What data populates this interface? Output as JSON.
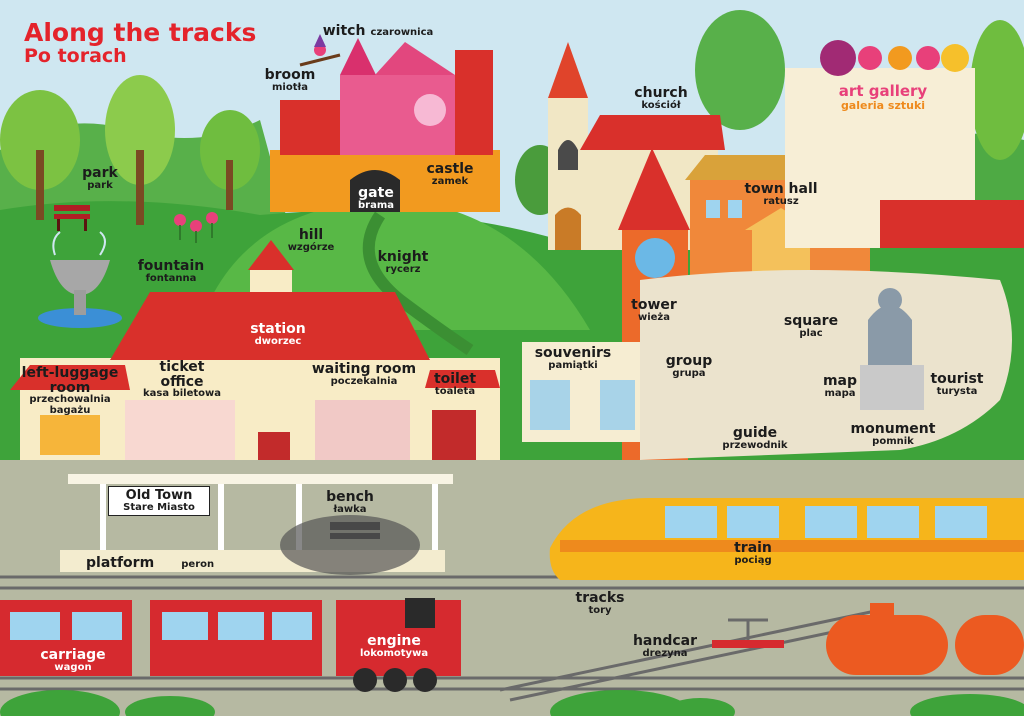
{
  "title": {
    "en": "Along the tracks",
    "pl": "Po torach"
  },
  "gallery_sign": {
    "en": "art gallery",
    "pl": "galeria sztuki"
  },
  "station_sign": {
    "en": "Old Town",
    "pl": "Stare Miasto"
  },
  "labels": {
    "witch": {
      "en": "witch",
      "pl": "czarownica"
    },
    "broom": {
      "en": "broom",
      "pl": "miotła"
    },
    "park": {
      "en": "park",
      "pl": "park"
    },
    "castle": {
      "en": "castle",
      "pl": "zamek"
    },
    "gate": {
      "en": "gate",
      "pl": "brama"
    },
    "church": {
      "en": "church",
      "pl": "kościół"
    },
    "town_hall": {
      "en": "town hall",
      "pl": "ratusz"
    },
    "hill": {
      "en": "hill",
      "pl": "wzgórze"
    },
    "knight": {
      "en": "knight",
      "pl": "rycerz"
    },
    "fountain": {
      "en": "fountain",
      "pl": "fontanna"
    },
    "station": {
      "en": "station",
      "pl": "dworzec"
    },
    "tower": {
      "en": "tower",
      "pl": "wieża"
    },
    "square": {
      "en": "square",
      "pl": "plac"
    },
    "left_luggage": {
      "en1": "left-luggage",
      "en2": "room",
      "pl1": "przechowalnia",
      "pl2": "bagażu"
    },
    "ticket_office": {
      "en1": "ticket",
      "en2": "office",
      "pl": "kasa biletowa"
    },
    "waiting_room": {
      "en": "waiting room",
      "pl": "poczekalnia"
    },
    "toilet": {
      "en": "toilet",
      "pl": "toaleta"
    },
    "souvenirs": {
      "en": "souvenirs",
      "pl": "pamiątki"
    },
    "group": {
      "en": "group",
      "pl": "grupa"
    },
    "map": {
      "en": "map",
      "pl": "mapa"
    },
    "tourist": {
      "en": "tourist",
      "pl": "turysta"
    },
    "monument": {
      "en": "monument",
      "pl": "pomnik"
    },
    "guide": {
      "en": "guide",
      "pl": "przewodnik"
    },
    "bench": {
      "en": "bench",
      "pl": "ławka"
    },
    "platform": {
      "en": "platform",
      "pl": "peron"
    },
    "train": {
      "en": "train",
      "pl": "pociąg"
    },
    "tracks": {
      "en": "tracks",
      "pl": "tory"
    },
    "handcar": {
      "en": "handcar",
      "pl": "drezyna"
    },
    "carriage": {
      "en": "carriage",
      "pl": "wagon"
    },
    "engine": {
      "en": "engine",
      "pl": "lokomotywa"
    }
  },
  "colors": {
    "sky": "#cfe7f1",
    "grass": "#3ea33a",
    "title_red": "#e4232b",
    "castle_orange": "#f29a1f",
    "castle_pink": "#e95b8f",
    "roof_red": "#d9302b",
    "train_yellow": "#f6b51b",
    "train_red": "#d62a2f",
    "tank_orange": "#ec5a21",
    "ground": "#b6b9a2"
  }
}
